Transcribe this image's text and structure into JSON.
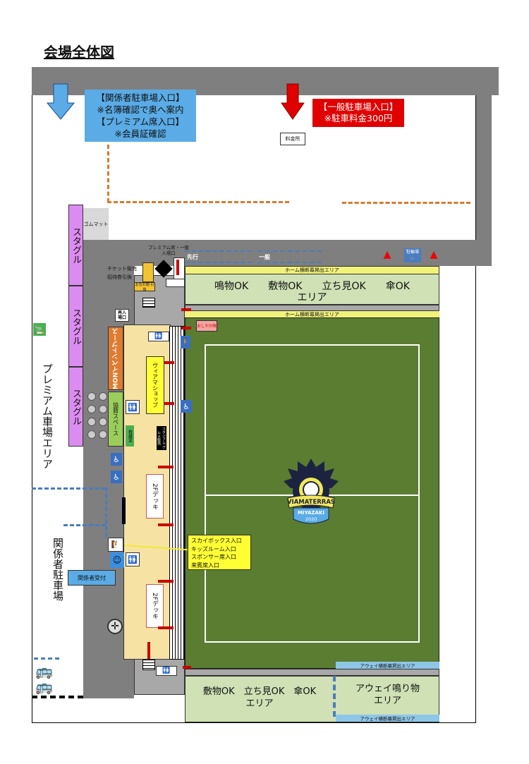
{
  "title": "会場全体図",
  "entrances": {
    "staff": [
      "【関係者駐車場入口】",
      "※名簿確認で奥へ案内",
      "【プレミアム席入口】",
      "※会員証確認"
    ],
    "general": [
      "【一般駐車場入口】",
      "※駐車料金300円"
    ],
    "toll_booth": "料金所"
  },
  "labels": {
    "rubber_mat": "ゴムマット",
    "stagourmet": "スタグル",
    "premium_parking": "プレミアム車場エリア",
    "staff_parking": "関係者駐車場",
    "ticket": [
      "チケット販売",
      "招待券引換"
    ],
    "small_booth": "お忘れ物 引換",
    "gate": [
      "プレミアム席・一般",
      "入場口"
    ],
    "reentry": [
      "再入",
      "場口"
    ],
    "priority": "先行",
    "general_line": "一般",
    "pink_booth": "おしやか隊",
    "mon_booth": "MONイベントブース",
    "sponsor_space": "協賛スペース",
    "shop": "ヴィアマショップ",
    "green_small": "救護室",
    "black_small": "スタジアム グルメ販売",
    "deck": "2Fデッキ",
    "staff_reception": "関係者受付",
    "callout": [
      "スカイボックス入口",
      "キッズルーム入口",
      "スポンサー席入口",
      "来賓席入口"
    ]
  },
  "home_banner": "ホーム横断幕掲出エリア",
  "home_area": {
    "items": [
      "鳴物OK",
      "敷物OK",
      "立ち見OK",
      "傘OK"
    ],
    "suffix": "エリア"
  },
  "away_banner": "アウェイ横断幕掲出エリア",
  "lower_area": {
    "text": "敷物OK　立ち見OK　傘OK",
    "suffix": "エリア"
  },
  "away_area": {
    "text": "アウェイ鳴り物",
    "suffix": "エリア"
  },
  "logo": {
    "name": "VIAMATERRAS",
    "sub": "MIYAZAKI",
    "year": "2020"
  },
  "bike_parking": "駐輪場",
  "colors": {
    "road": "#7f7f7f",
    "pitch": "#5a7d32",
    "stand": "#cfe1b5",
    "banner": "#f1f27a",
    "concourse": "#f6e3a4",
    "staff_blue": "#5aabe6",
    "general_red": "#e00000",
    "stagourmet": "#dc8cf0"
  }
}
